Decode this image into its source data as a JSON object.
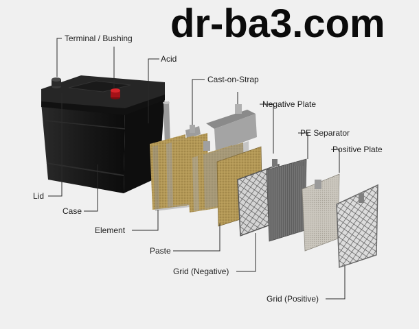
{
  "watermark": "dr-ba3.com",
  "labels": {
    "terminal_bushing": "Terminal / Bushing",
    "acid": "Acid",
    "cast_on_strap": "Cast-on-Strap",
    "negative_plate": "Negative Plate",
    "pe_separator": "PE Separator",
    "positive_plate": "Positive Plate",
    "lid": "Lid",
    "case": "Case",
    "element": "Element",
    "paste": "Paste",
    "grid_negative": "Grid (Negative)",
    "grid_positive": "Grid (Positive)"
  },
  "colors": {
    "background": "#f0f0f0",
    "case": "#1c1c1c",
    "paste": "#b59a5a",
    "separator": "#6e6e6e",
    "positive_plate": "#c8c4bc",
    "terminal_red": "#c0161c",
    "leader_line": "#2a2a2a"
  }
}
